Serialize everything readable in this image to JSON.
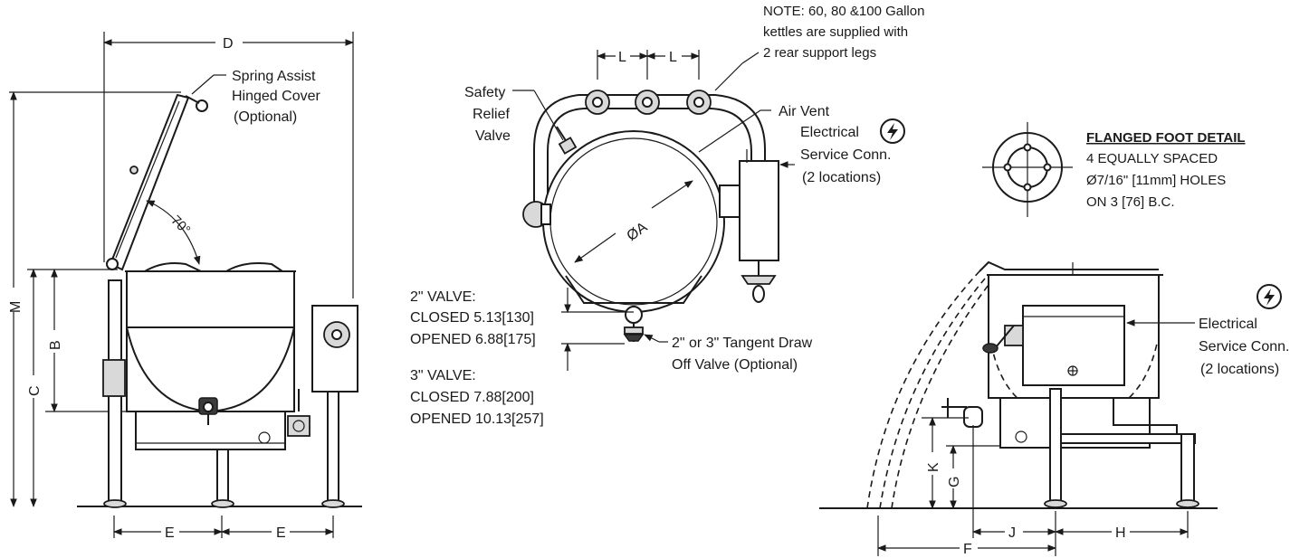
{
  "labels": {
    "dim_D": "D",
    "dim_M": "M",
    "dim_B": "B",
    "dim_C": "C",
    "dim_E1": "E",
    "dim_E2": "E",
    "angle": "70°",
    "spring1": "Spring Assist",
    "spring2": "Hinged Cover",
    "spring3": "(Optional)",
    "note1": "NOTE: 60, 80 &100 Gallon",
    "note2": "kettles are supplied with",
    "note3": "2 rear support legs",
    "dim_L1": "L",
    "dim_L2": "L",
    "safety1": "Safety",
    "safety2": "Relief",
    "safety3": "Valve",
    "airvent": "Air Vent",
    "elec_top1": "Electrical",
    "elec_top2": "Service Conn.",
    "elec_top3": "(2 locations)",
    "dia_A": "ØA",
    "v2_title": "2\" VALVE:",
    "v2_closed": "CLOSED 5.13[130]",
    "v2_opened": "OPENED 6.88[175]",
    "v3_title": "3\" VALVE:",
    "v3_closed": "CLOSED 7.88[200]",
    "v3_opened": "OPENED 10.13[257]",
    "tangent1": "2\" or 3\" Tangent Draw",
    "tangent2": "Off Valve (Optional)",
    "foot_title": "FLANGED FOOT DETAIL",
    "foot1": "4 EQUALLY SPACED",
    "foot2": "Ø7/16\" [11mm] HOLES",
    "foot3": "ON 3 [76] B.C.",
    "elec_side1": "Electrical",
    "elec_side2": "Service Conn.",
    "elec_side3": "(2 locations)",
    "dim_K": "K",
    "dim_G": "G",
    "dim_J": "J",
    "dim_H": "H",
    "dim_F": "F"
  }
}
